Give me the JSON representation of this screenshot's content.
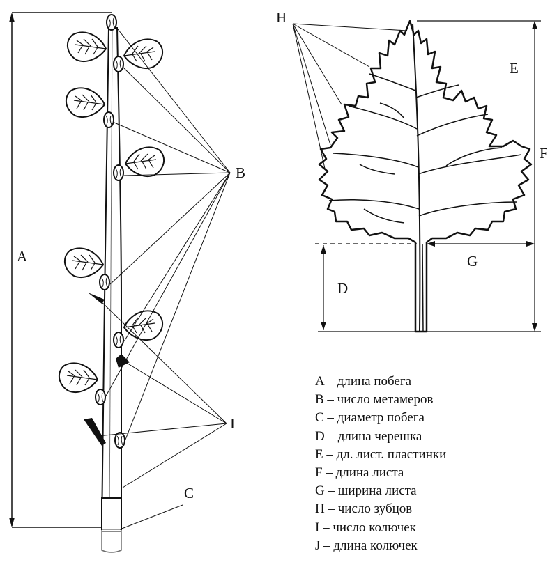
{
  "labels": {
    "A": "A",
    "B": "B",
    "C": "C",
    "D": "D",
    "E": "E",
    "F": "F",
    "G": "G",
    "H": "H",
    "I": "I"
  },
  "legend": [
    {
      "text": "A – длина побега"
    },
    {
      "text": "B – число метамеров"
    },
    {
      "text": "C – диаметр побега"
    },
    {
      "text": "D – длина черешка"
    },
    {
      "text": "E – дл. лист. пластинки"
    },
    {
      "text": "F – длина листа"
    },
    {
      "text": "G – ширина листа"
    },
    {
      "text": "H – число зубцов"
    },
    {
      "text": "I – число колючек"
    },
    {
      "text": "J – длина колючек"
    }
  ]
}
